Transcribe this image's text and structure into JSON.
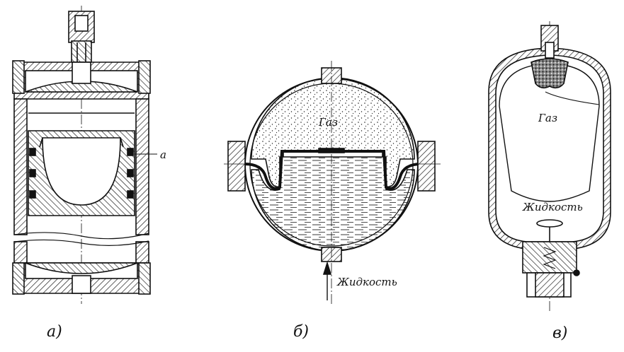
{
  "labels": {
    "callout_a": "a",
    "gas_b": "Газ",
    "liquid_b": "Жидкость",
    "gas_c": "Газ",
    "liquid_c": "Жидкость"
  },
  "captions": {
    "a": "а)",
    "b": "б)",
    "c": "в)"
  },
  "colors": {
    "ink": "#111111",
    "paper": "#ffffff"
  }
}
